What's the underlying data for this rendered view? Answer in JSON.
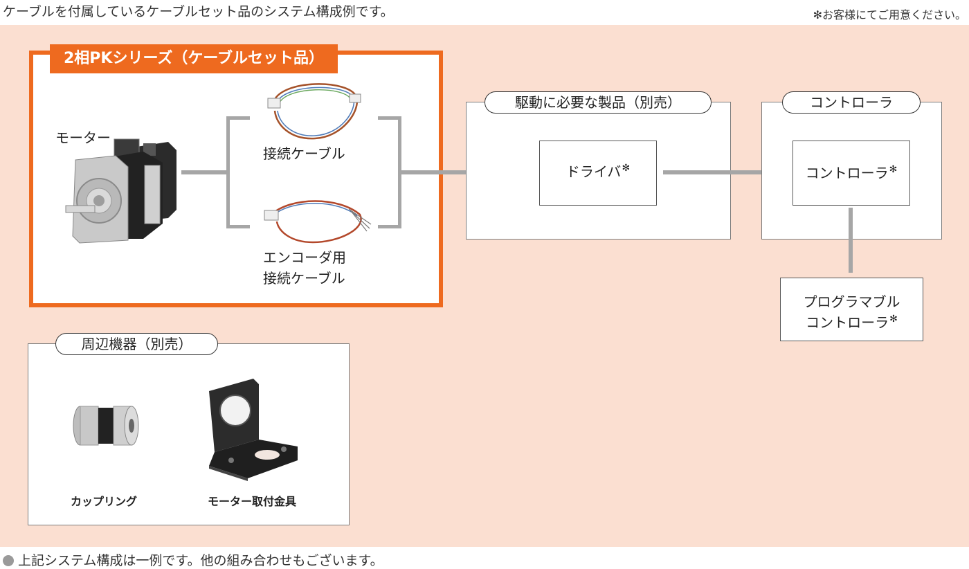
{
  "header": {
    "caption": "ケーブルを付属しているケーブルセット品のシステム構成例です。",
    "note": "✻お客様にてご用意ください。"
  },
  "cable_set": {
    "title": "2相PKシリーズ（ケーブルセット品）",
    "motor_label": "モーター",
    "cable_label": "接続ケーブル",
    "encoder_cable_label_line1": "エンコーダ用",
    "encoder_cable_label_line2": "接続ケーブル"
  },
  "drive_group": {
    "title": "駆動に必要な製品（別売）",
    "driver_label": "ドライバ",
    "driver_mark": "✻"
  },
  "controller_group": {
    "title": "コントローラ",
    "controller_label": "コントローラ",
    "controller_mark": "✻",
    "plc_label_line1": "プログラマブル",
    "plc_label_line2": "コントローラ",
    "plc_mark": "✻"
  },
  "peripherals": {
    "title": "周辺機器（別売）",
    "coupling_label": "カップリング",
    "bracket_label": "モーター取付金具"
  },
  "footer": {
    "note": "上記システム構成は一例です。他の組み合わせもございます。"
  },
  "colors": {
    "panel_bg": "#fbdfd1",
    "accent_orange": "#ee6a1f",
    "connector_gray": "#a6a6a6"
  }
}
